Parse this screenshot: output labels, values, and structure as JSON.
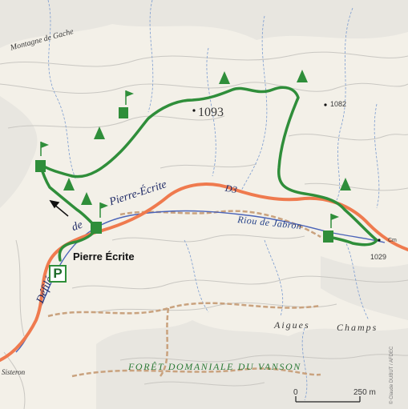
{
  "labels": {
    "montagne": "Montagne de Gache",
    "defile": "Défilé",
    "de": "de",
    "pierre_ecrite_road": "Pierre-Écrite",
    "road_code": "D3",
    "riou": "Riou de Jabron",
    "pierre_ecrite": "Pierre Écrite",
    "aigues": "Aigues",
    "champs": "Champs",
    "foret": "FORÊT DOMANIALE DU VANSON",
    "sisteron": "Sisteron",
    "cm": "Cm",
    "parking": "P"
  },
  "altitudes": {
    "a1093": "1093",
    "a1082": "1082",
    "a1029": "1029"
  },
  "scale": {
    "zero": "0",
    "distance": "250 m"
  },
  "credit": "© Claude DUBUT / AFDEC",
  "colors": {
    "background": "#f3f0e8",
    "route": "#2f8e3a",
    "road": "#ef7a4e",
    "river": "#4a63b8",
    "track": "#c9a27e",
    "contour": "#c9c7c2",
    "stream": "#7a9bd0"
  }
}
